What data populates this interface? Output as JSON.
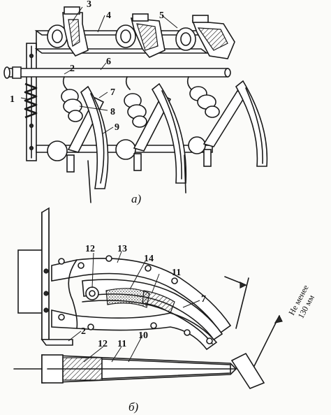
{
  "figure_a": {
    "caption": "а)",
    "labels": [
      "1",
      "2",
      "3",
      "4",
      "5",
      "6",
      "7",
      "8",
      "9"
    ]
  },
  "figure_b": {
    "caption": "б)",
    "labels": [
      "12",
      "13",
      "14",
      "11",
      "7",
      "2",
      "12",
      "11",
      "10"
    ],
    "distance_note_line1": "Не менее",
    "distance_note_line2": "130 мм"
  }
}
